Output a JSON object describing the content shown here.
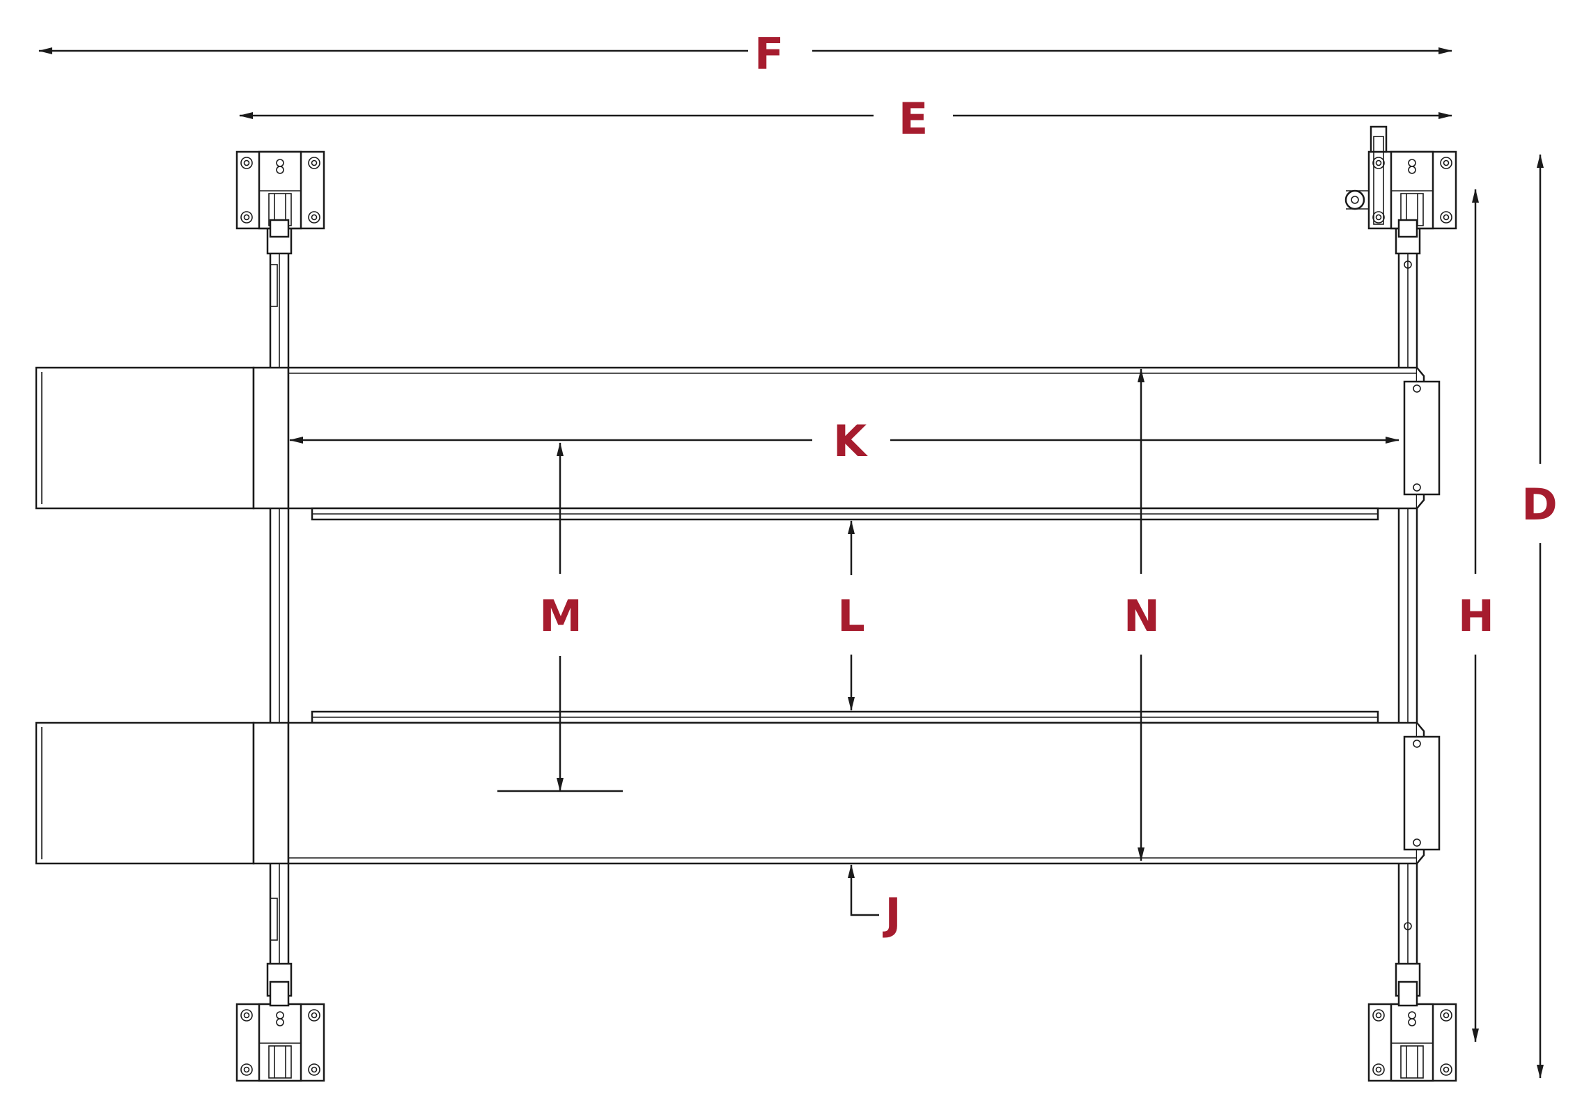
{
  "accent_color": "#a61c2e",
  "labels": {
    "F": "F",
    "E": "E",
    "D": "D",
    "H": "H",
    "K": "K",
    "M": "M",
    "L": "L",
    "N": "N",
    "J": "J"
  }
}
